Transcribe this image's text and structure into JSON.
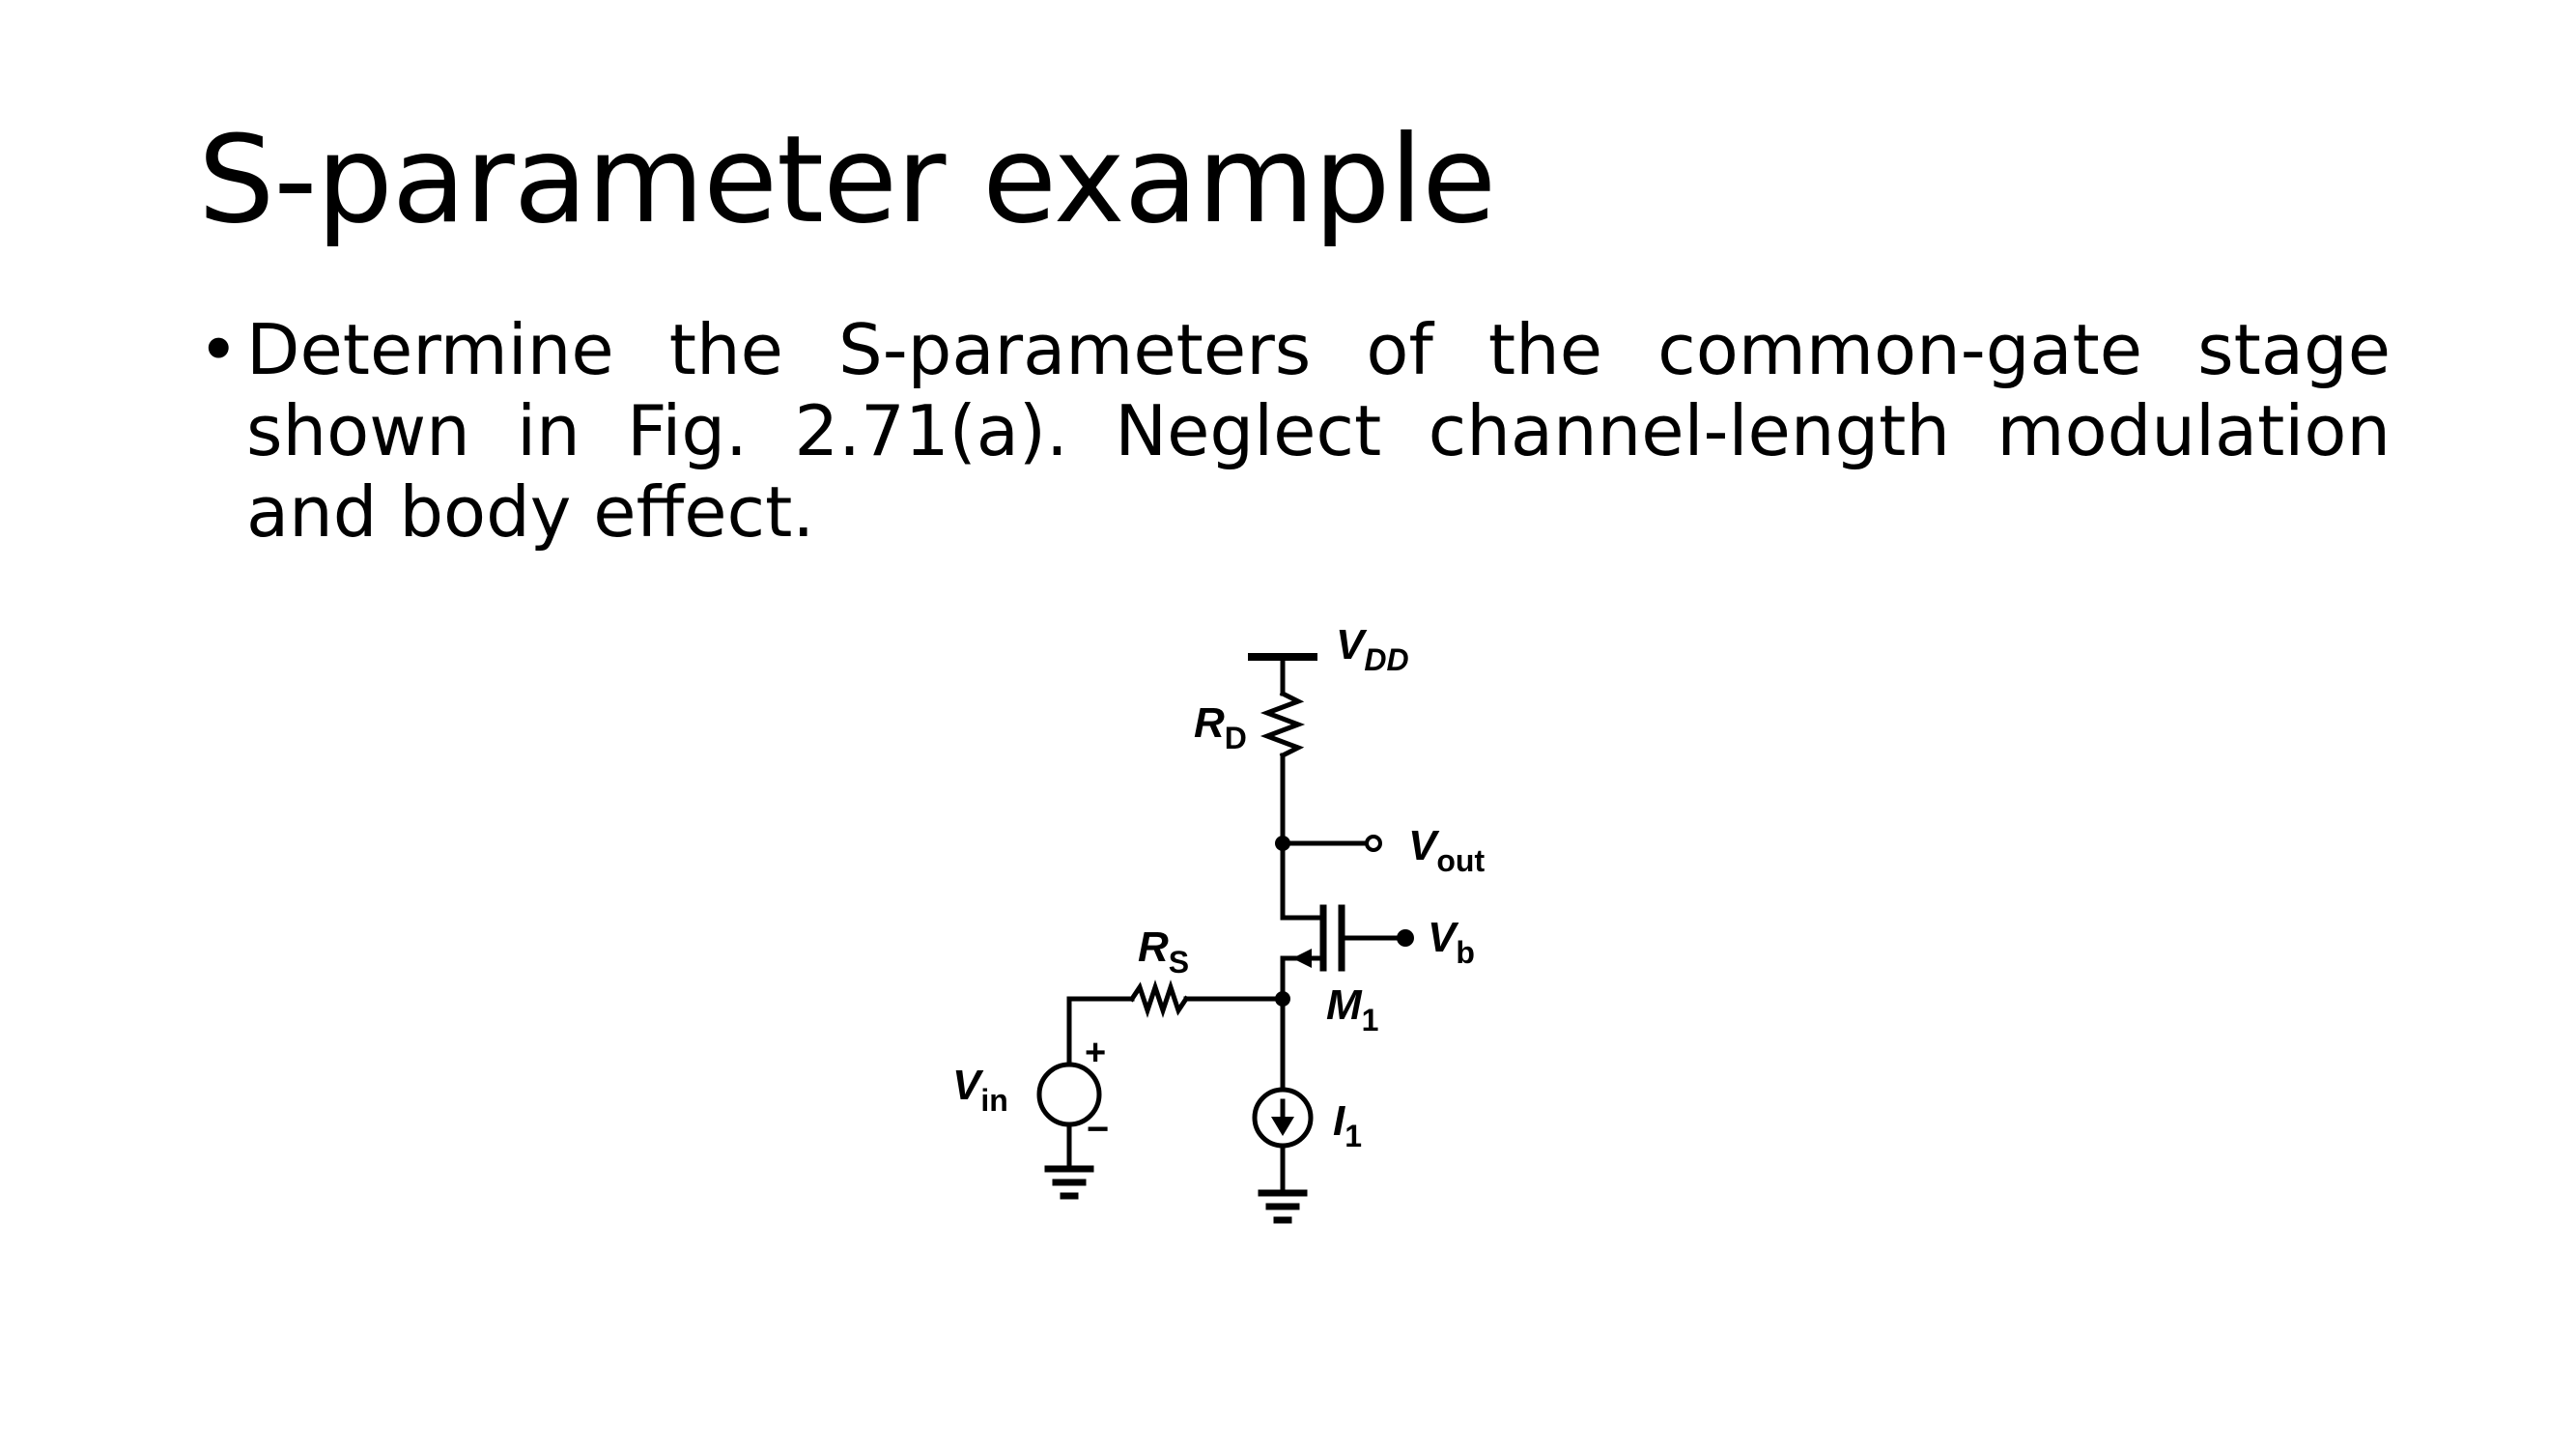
{
  "slide": {
    "title": "S-parameter example",
    "bullets": [
      {
        "symbol": "•",
        "text": "Determine the S-parameters of the common-gate stage shown in Fig. 2.71(a). Neglect channel-length modulation and body effect."
      }
    ]
  },
  "circuit": {
    "labels": {
      "vdd_main": "V",
      "vdd_sub": "DD",
      "rd_main": "R",
      "rd_sub": "D",
      "vout_main": "V",
      "vout_sub": "out",
      "vb_main": "V",
      "vb_sub": "b",
      "rs_main": "R",
      "rs_sub": "S",
      "m1_main": "M",
      "m1_sub": "1",
      "vin_main": "V",
      "vin_sub": "in",
      "i1_main": "I",
      "i1_sub": "1",
      "plus": "+",
      "minus": "−"
    }
  }
}
